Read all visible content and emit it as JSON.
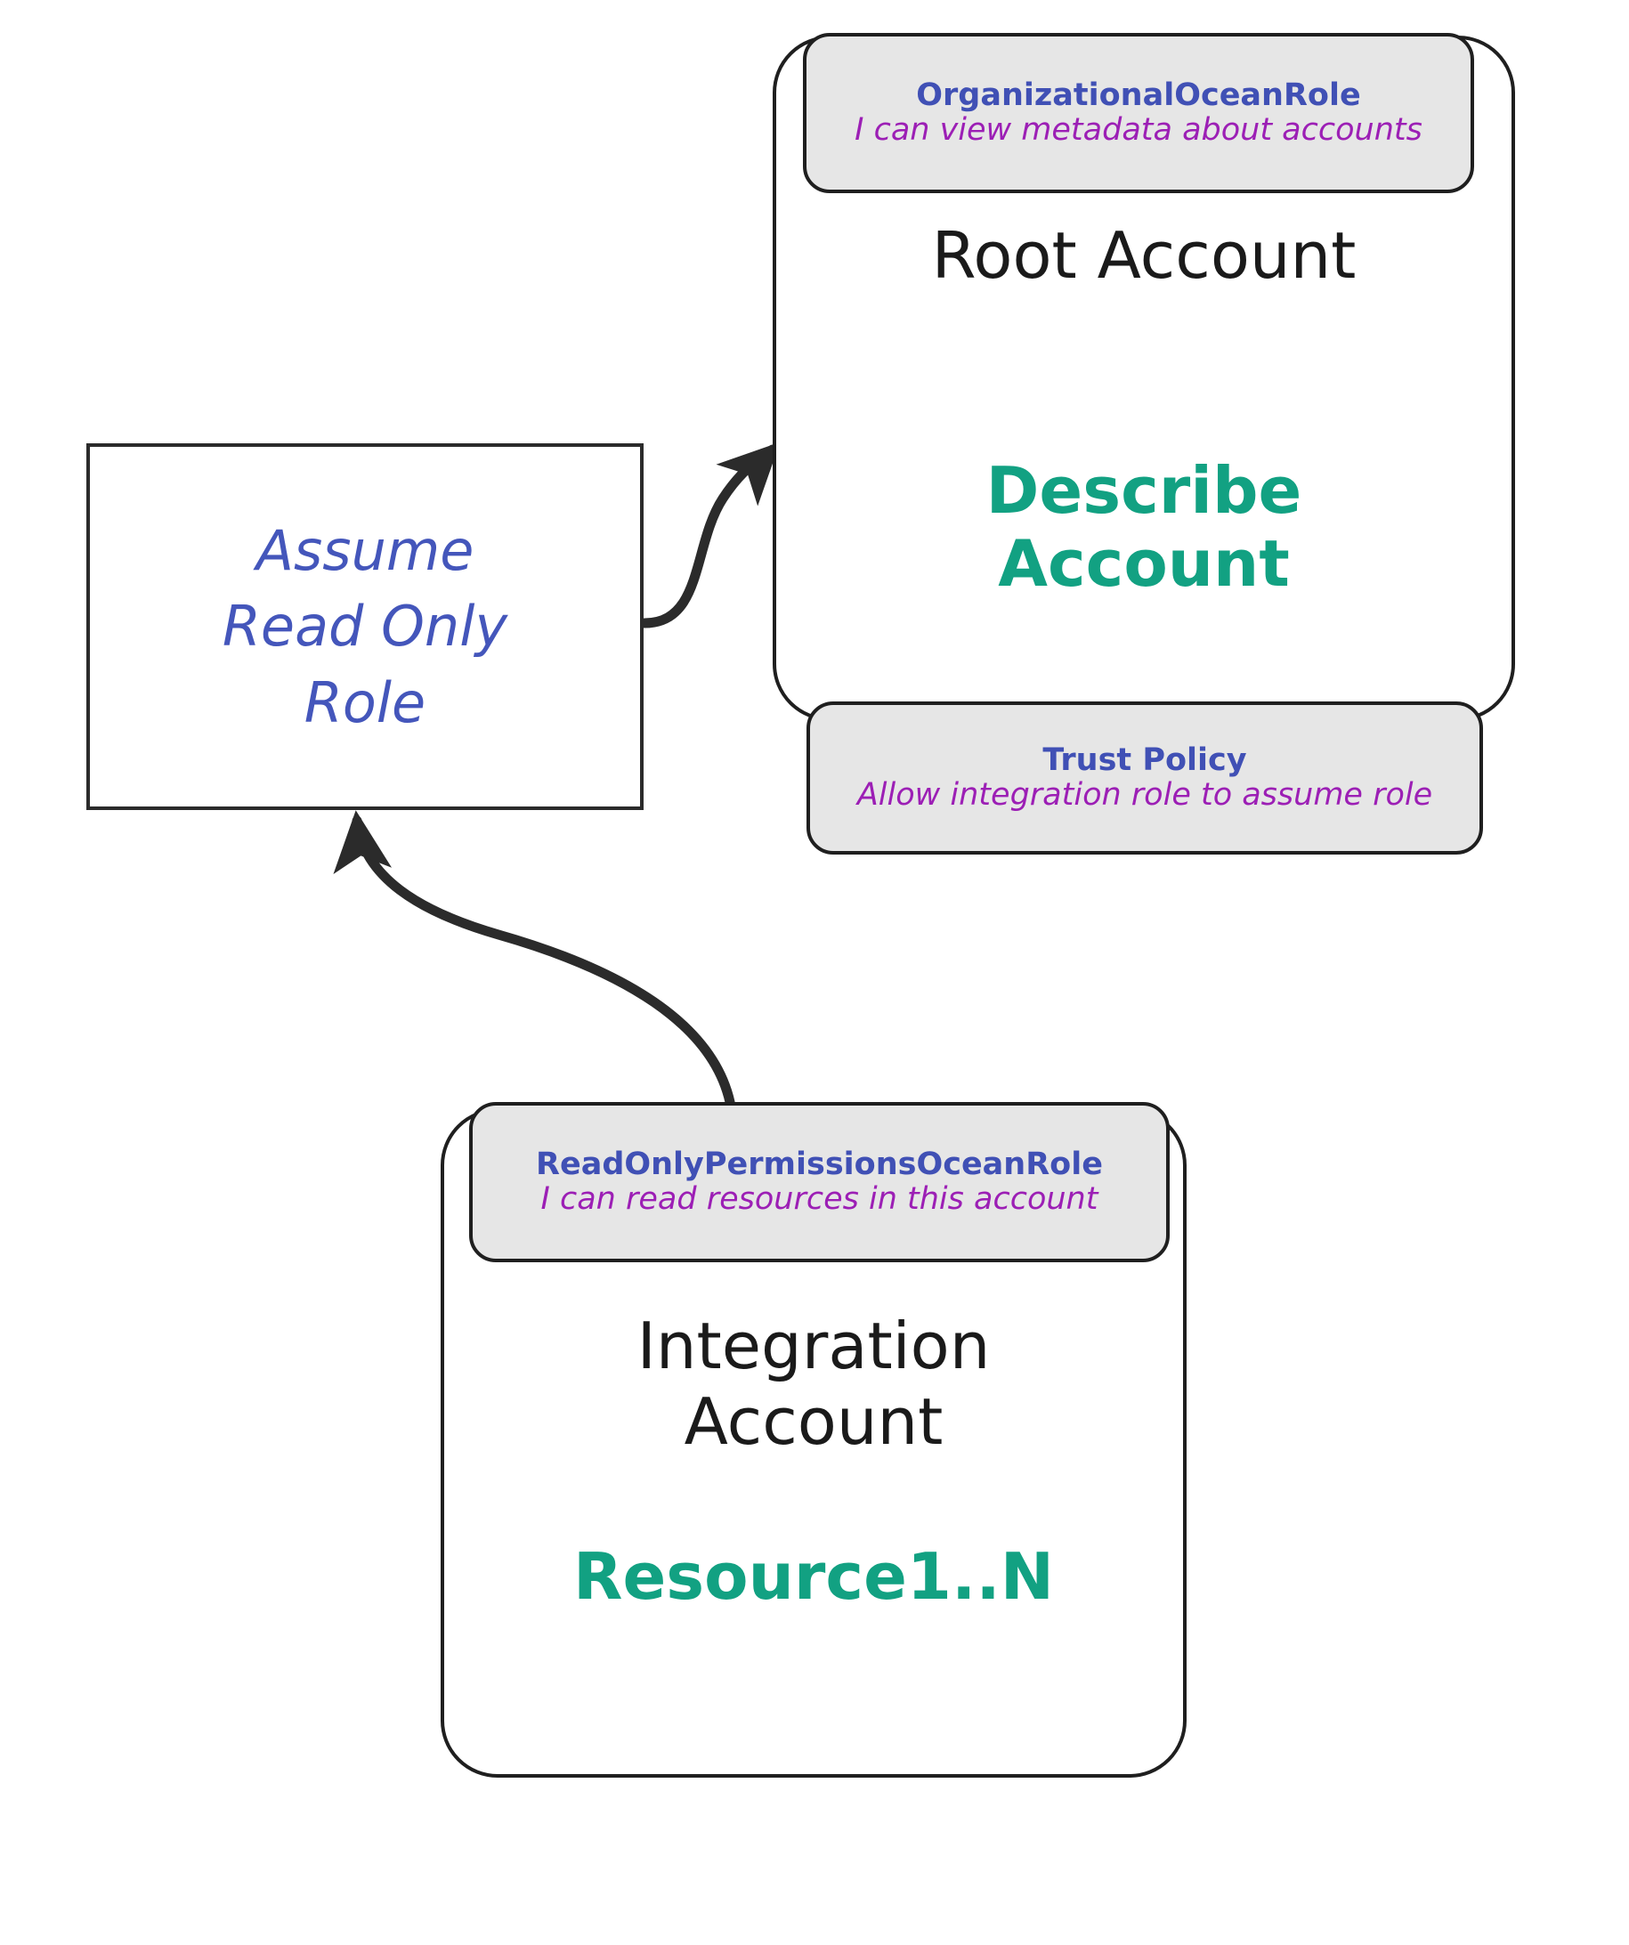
{
  "diagram": {
    "title": "AWS cross-account read-only role assumption diagram",
    "colors": {
      "role_name_blue": "#4050b5",
      "description_purple": "#9c1fb5",
      "action_teal": "#12a182",
      "assume_blue": "#4456bb",
      "note_fill": "#e6e6e6",
      "stroke": "#1f1f1f",
      "canvas": "#ffffff"
    },
    "nodes": {
      "root_account": {
        "label": "Root Account",
        "action": "Describe\nAccount"
      },
      "integration_account": {
        "label": "Integration\nAccount",
        "resource": "Resource1..N"
      },
      "assume_role": {
        "label": "Assume\nRead Only\nRole"
      }
    },
    "notes": {
      "organizational_role": {
        "title": "OrganizationalOceanRole",
        "description": "I can view metadata about accounts"
      },
      "trust_policy": {
        "title": "Trust Policy",
        "description": "Allow integration role to assume role"
      },
      "readonly_permissions_role": {
        "title": "ReadOnlyPermissionsOceanRole",
        "description": "I can read resources in this account"
      }
    },
    "edges": [
      {
        "name": "assume-role-to-root-account",
        "from": "assume_role",
        "to": "root_account",
        "style": "curved-arrow"
      },
      {
        "name": "readonly-role-to-assume-role",
        "from": "readonly_permissions_role",
        "to": "assume_role",
        "style": "curved-arrow"
      }
    ]
  }
}
